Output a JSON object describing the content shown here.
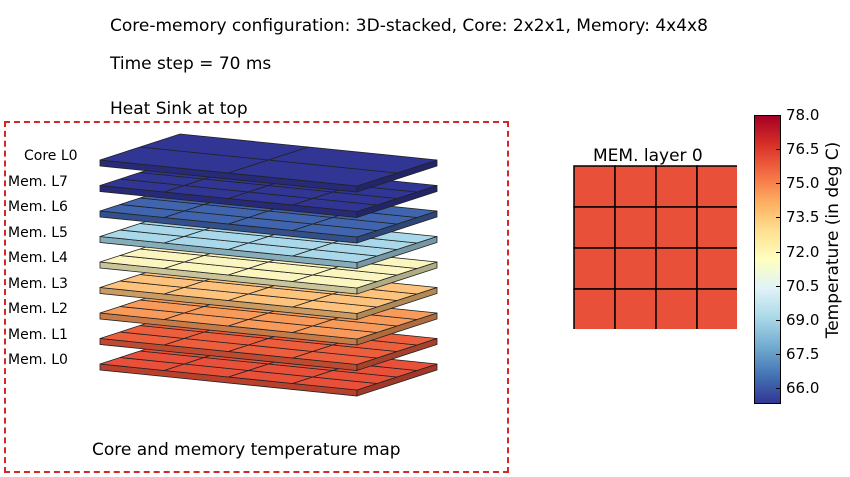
{
  "header": {
    "config": "Core-memory configuration: 3D-stacked, Core: 2x2x1, Memory: 4x4x8",
    "timestep": "Time step = 70 ms",
    "heatsink": "Heat Sink at top"
  },
  "stack": {
    "caption": "Core and memory temperature map",
    "layers": [
      {
        "label": "Core  L0",
        "grid": [
          2,
          2
        ],
        "color": "#313695"
      },
      {
        "label": "Mem. L7",
        "grid": [
          4,
          4
        ],
        "color": "#313695"
      },
      {
        "label": "Mem. L6",
        "grid": [
          4,
          4
        ],
        "color": "#4064ad"
      },
      {
        "label": "Mem. L5",
        "grid": [
          4,
          4
        ],
        "color": "#a8d8e9"
      },
      {
        "label": "Mem. L4",
        "grid": [
          4,
          4
        ],
        "color": "#fbf6c0"
      },
      {
        "label": "Mem. L3",
        "grid": [
          4,
          4
        ],
        "color": "#fdc37c"
      },
      {
        "label": "Mem. L2",
        "grid": [
          4,
          4
        ],
        "color": "#f89a5a"
      },
      {
        "label": "Mem. L1",
        "grid": [
          4,
          4
        ],
        "color": "#ed5e3d"
      },
      {
        "label": "Mem. L0",
        "grid": [
          4,
          4
        ],
        "color": "#e8503a"
      }
    ]
  },
  "mem_layer": {
    "title": "MEM. layer 0",
    "rows": 4,
    "cols": 4,
    "color": "#e8503a"
  },
  "colorbar": {
    "label": "Temperature (in deg C)",
    "ticks": [
      "78.0",
      "76.5",
      "75.0",
      "73.5",
      "72.0",
      "70.5",
      "69.0",
      "67.5",
      "66.0"
    ],
    "tick_values": [
      78.0,
      76.5,
      75.0,
      73.5,
      72.0,
      70.5,
      69.0,
      67.5,
      66.0
    ],
    "range": [
      65.3,
      78.0
    ],
    "colormap": [
      "#313695",
      "#4575b4",
      "#74add1",
      "#abd9e9",
      "#e0f3f8",
      "#ffffbf",
      "#fee090",
      "#fdae61",
      "#f46d43",
      "#d73027",
      "#a50026"
    ]
  }
}
